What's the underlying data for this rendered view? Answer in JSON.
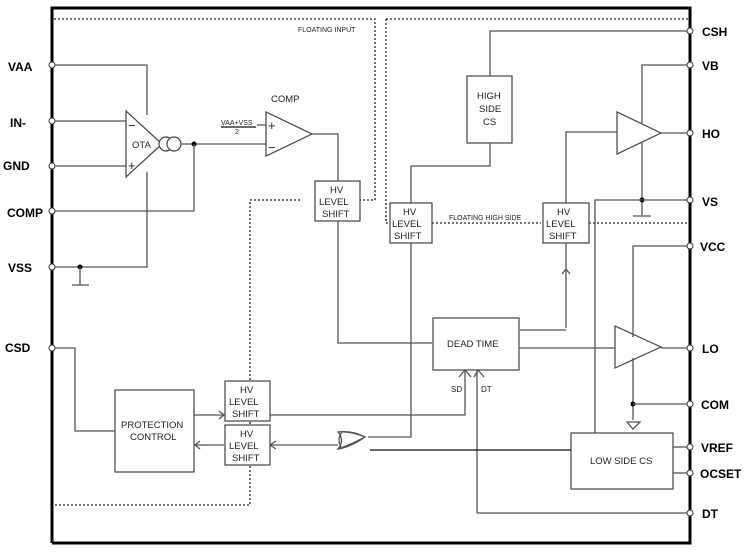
{
  "diagram": {
    "type": "block-diagram",
    "regions": {
      "floating_input": "FLOATING INPUT",
      "floating_high_side": "FLOATING HIGH SIDE"
    },
    "pins_left": [
      "VAA",
      "IN-",
      "GND",
      "COMP",
      "VSS",
      "CSD"
    ],
    "pins_right": [
      "CSH",
      "VB",
      "HO",
      "VS",
      "VCC",
      "LO",
      "COM",
      "VREF",
      "OCSET",
      "DT"
    ],
    "blocks": {
      "ota": "OTA",
      "comp_label": "COMP",
      "comp_ref_num": "VAA+VSS",
      "comp_ref_den": "2",
      "hv_level_shift": [
        "HV",
        "LEVEL",
        "SHIFT"
      ],
      "high_side_cs": [
        "HIGH",
        "SIDE",
        "CS"
      ],
      "dead_time": "DEAD TIME",
      "protection_control": [
        "PROTECTION",
        "CONTROL"
      ],
      "low_side_cs": "LOW SIDE CS",
      "sd": "SD",
      "dt": "DT",
      "plus": "+",
      "minus": "−"
    }
  }
}
